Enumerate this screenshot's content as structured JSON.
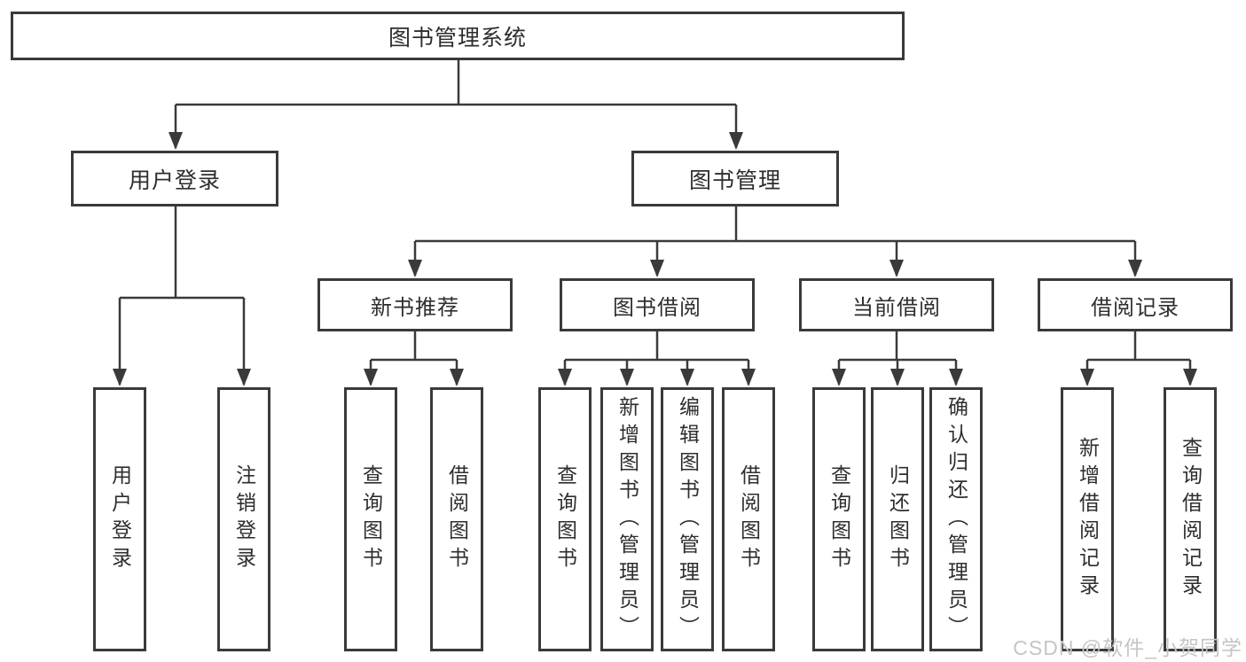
{
  "diagram": {
    "root": {
      "label": "图书管理系统"
    },
    "branches": [
      {
        "label": "用户登录",
        "leaves": [
          "用户登录",
          "注销登录"
        ]
      },
      {
        "label": "图书管理",
        "children": [
          {
            "label": "新书推荐",
            "leaves": [
              "查询图书",
              "借阅图书"
            ]
          },
          {
            "label": "图书借阅",
            "leaves": [
              "查询图书",
              "新增图书（管理员）",
              "编辑图书（管理员）",
              "借阅图书"
            ]
          },
          {
            "label": "当前借阅",
            "leaves": [
              "查询图书",
              "归还图书",
              "确认归还（管理员）"
            ]
          },
          {
            "label": "借阅记录",
            "leaves": [
              "新增借阅记录",
              "查询借阅记录"
            ]
          }
        ]
      }
    ]
  },
  "watermark": {
    "text": "CSDN @软件_小贺同学"
  },
  "colors": {
    "line": "#3a3a3a",
    "box_border": "#3a3a3a",
    "box_background": "#ffffff",
    "text": "#2e2e2e",
    "watermark": "#c8c4c4",
    "page_background": "#ffffff"
  }
}
